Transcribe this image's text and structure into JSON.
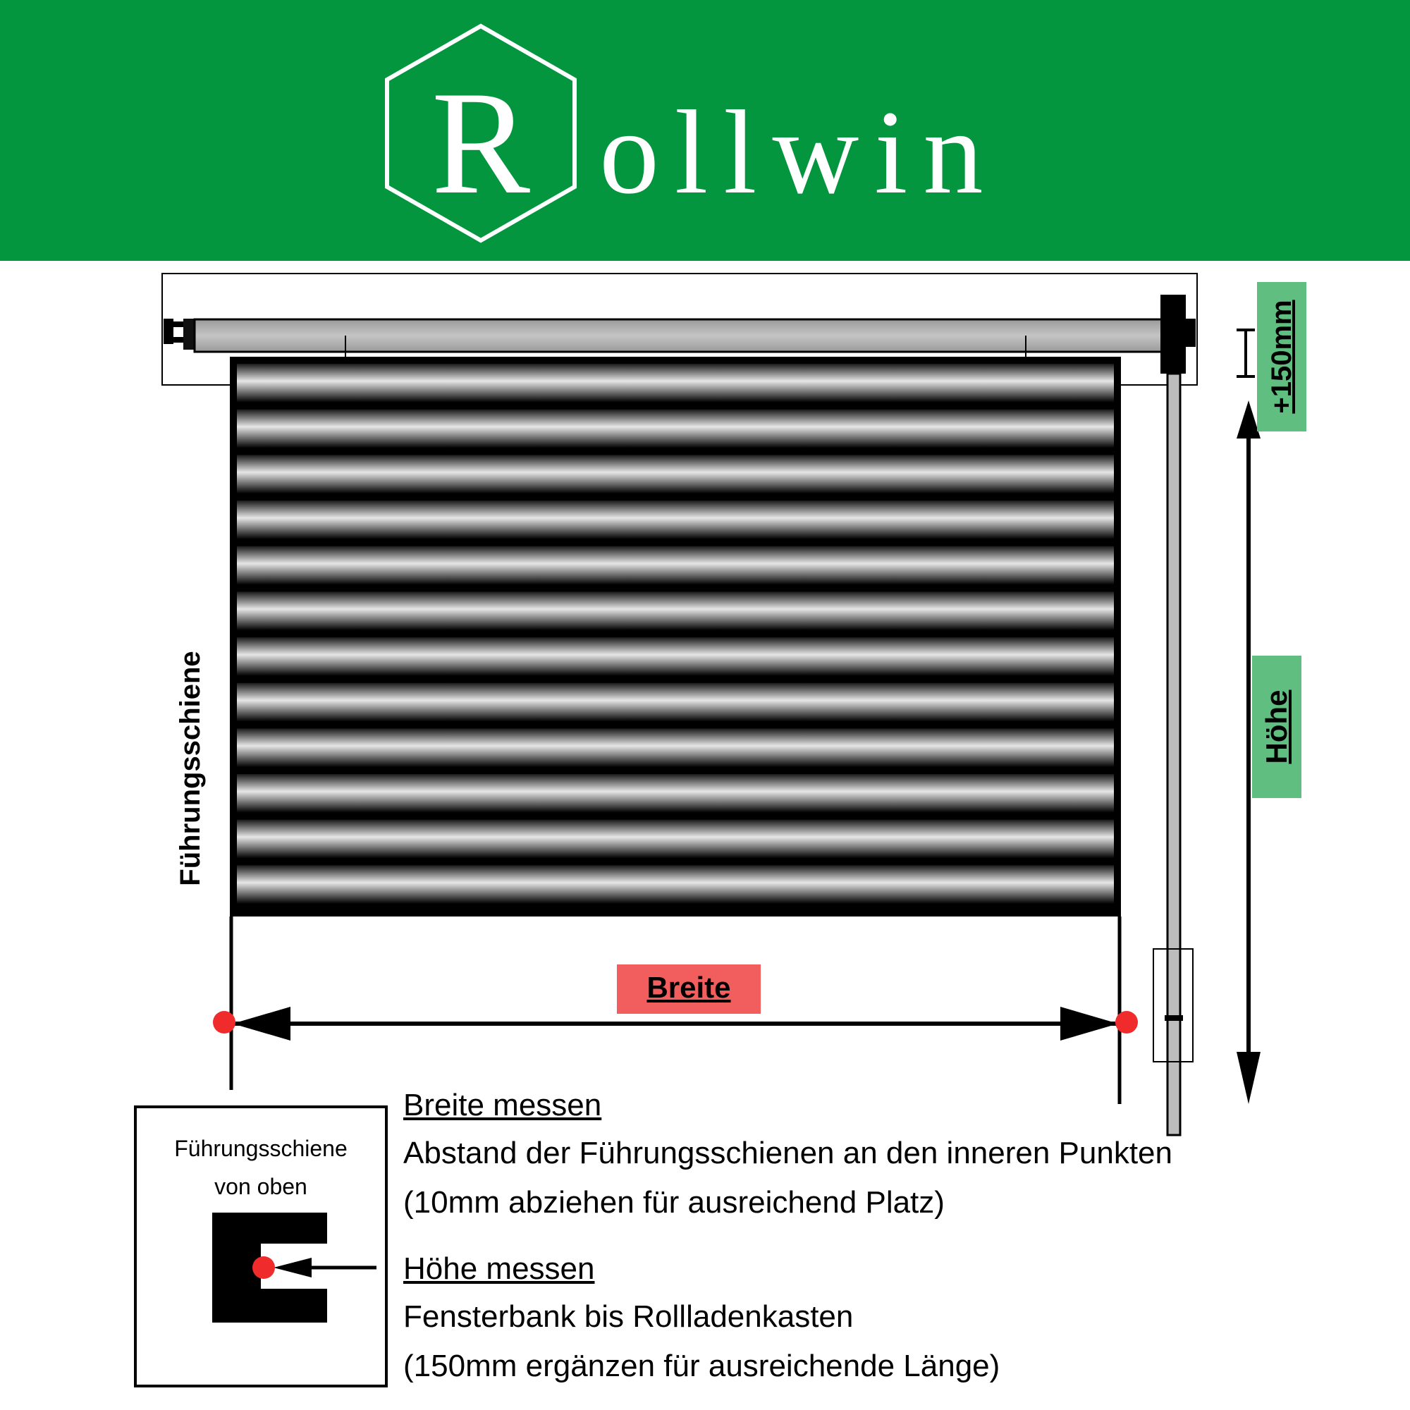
{
  "brand": {
    "logo_initial": "R",
    "logo_rest": "ollwin",
    "header_color": "#03963f"
  },
  "diagram": {
    "rail_label": "Führungsschiene",
    "height_label": "Höhe",
    "extra_label": "+150mm",
    "width_label": "Breite",
    "slat_count": 12,
    "colors": {
      "height_badge": "#5fbe80",
      "width_badge": "#f25d5d",
      "measure_point": "#ef2b2b"
    }
  },
  "inset": {
    "title_line1": "Führungsschiene",
    "title_line2": "von oben"
  },
  "instructions": {
    "width": {
      "heading": "Breite messen",
      "line1": "Abstand der Führungsschienen an den inneren Punkten",
      "line2": "(10mm abziehen für ausreichend Platz)"
    },
    "height": {
      "heading": "Höhe messen",
      "line1": "Fensterbank bis Rollladenkasten",
      "line2": "(150mm ergänzen für ausreichende Länge)"
    }
  }
}
